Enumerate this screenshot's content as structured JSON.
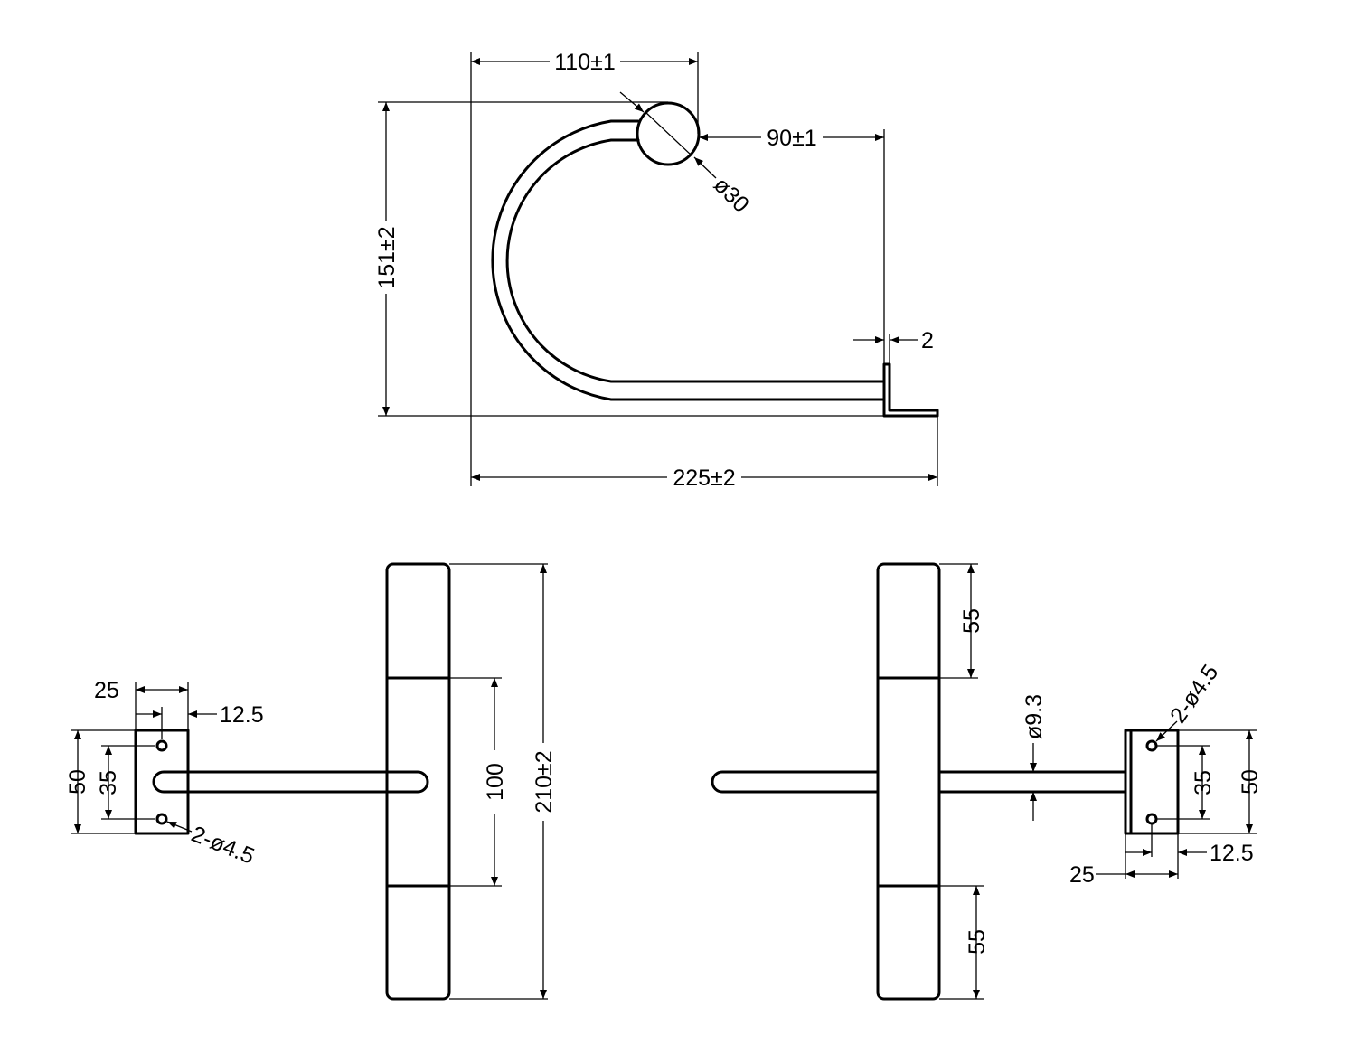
{
  "top_view": {
    "dim_width_top": "110±1",
    "dim_ring_gap": "90±1",
    "dim_ring_dia": "ø30",
    "dim_height": "151±2",
    "dim_plate_thk": "2",
    "dim_total_width": "225±2"
  },
  "front_view": {
    "dim_base_width": "25",
    "dim_hole_offset": "12.5",
    "dim_base_height": "50",
    "dim_hole_pitch": "35",
    "dim_holes": "2-ø4.5",
    "dim_mid": "100",
    "dim_total_height": "210±2"
  },
  "side_view": {
    "dim_top_seg": "55",
    "dim_bottom_seg": "55",
    "dim_rod_dia": "ø9.3",
    "dim_holes": "2-ø4.5",
    "dim_hole_pitch": "35",
    "dim_base_height": "50",
    "dim_hole_offset": "12.5",
    "dim_base_width": "25"
  }
}
